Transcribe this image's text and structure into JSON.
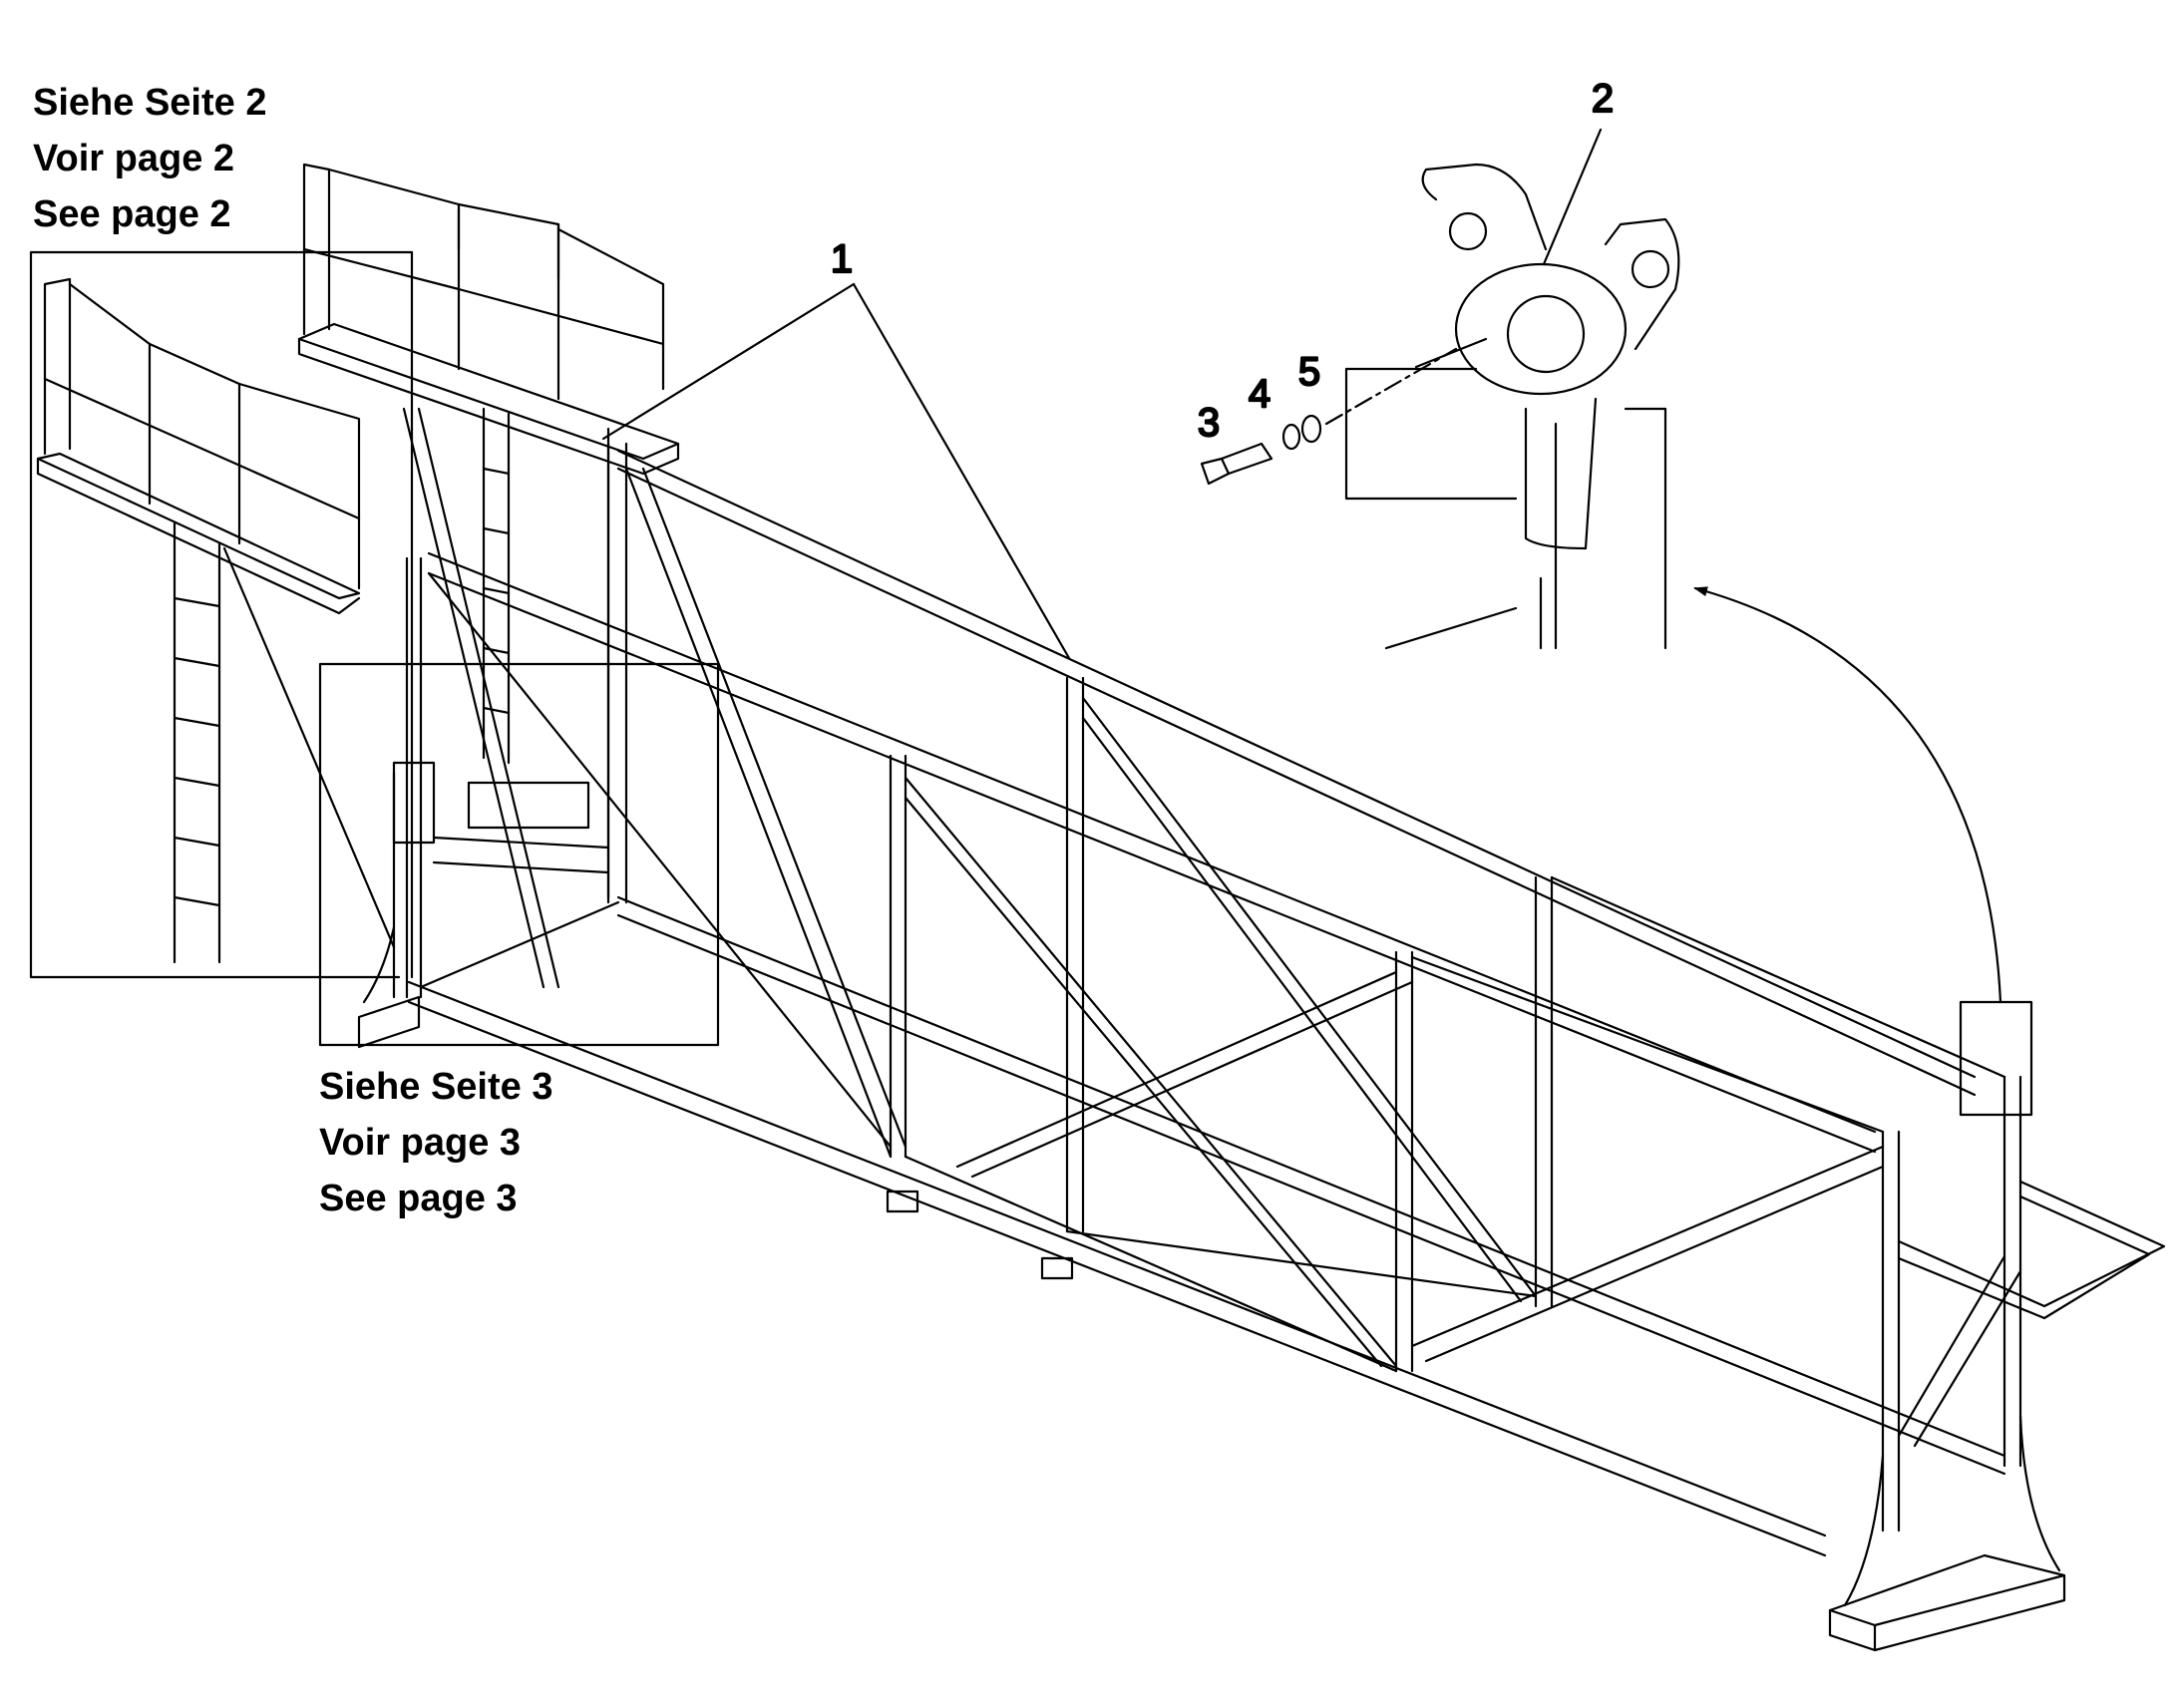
{
  "refs": {
    "page2": [
      "Siehe Seite 2",
      "Voir page 2",
      "See page 2"
    ],
    "page3": [
      "Siehe Seite 3",
      "Voir page 3",
      "See page 3"
    ]
  },
  "parts": {
    "p1": "1",
    "p2": "2",
    "p3": "3",
    "p4": "4",
    "p5": "5"
  },
  "colors": {
    "line": "#000000",
    "background": "#ffffff"
  }
}
